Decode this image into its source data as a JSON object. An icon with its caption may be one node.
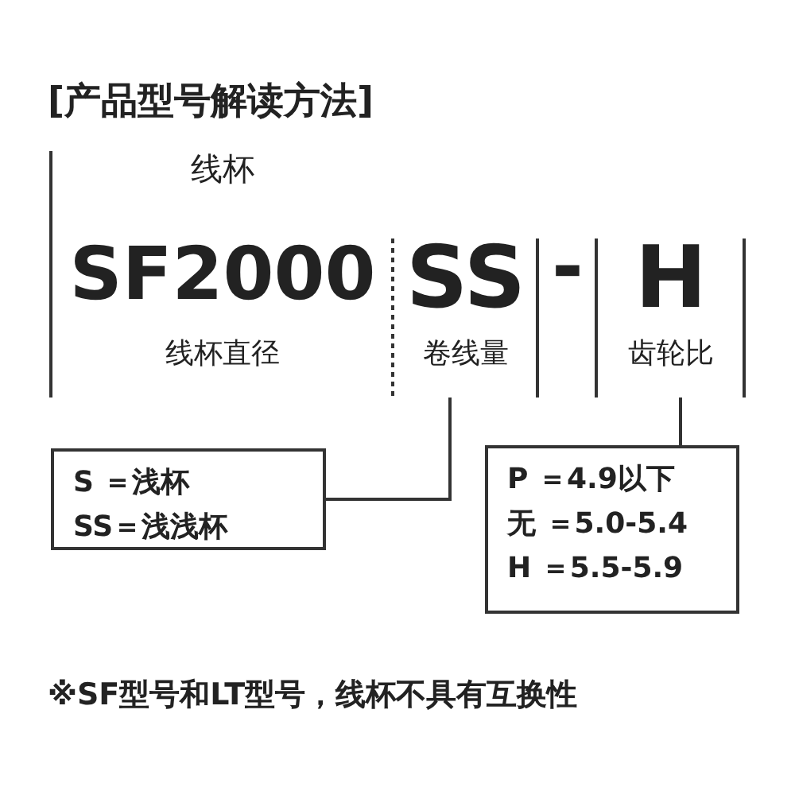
{
  "diagram": {
    "title": "[产品型号解读方法]",
    "caption": "※SF型号和LT型号，线杯不具有互换性",
    "nodes": [
      {
        "text": [
          "线杯",
          "SF2000",
          "线杯直径"
        ]
      },
      {
        "text": [
          "SS",
          "卷线量"
        ]
      },
      {
        "text": [
          "H",
          "齿轮比"
        ]
      },
      {
        "text": [
          "S ＝浅杯",
          "SS＝浅浅杯"
        ]
      },
      {
        "text": [
          "P ＝4.9以下",
          "无 ＝5.0-5.4",
          "H ＝5.5-5.9"
        ]
      }
    ],
    "edges": [
      {
        "from": 1,
        "to": 3,
        "arrow": "none"
      },
      {
        "from": 2,
        "to": 4,
        "arrow": "none"
      }
    ],
    "labels": [
      "-"
    ]
  }
}
